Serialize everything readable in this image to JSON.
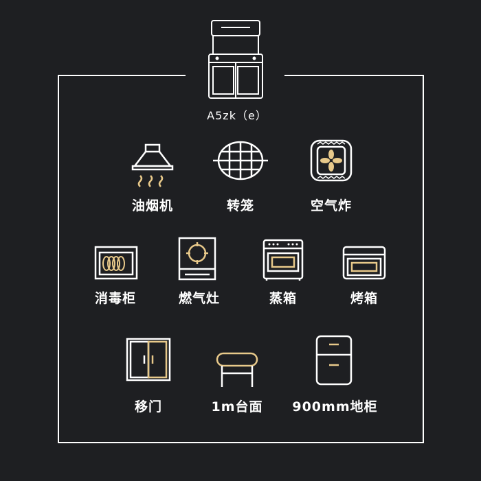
{
  "product": {
    "model": "A5zk（e）"
  },
  "features": [
    {
      "label": "油烟机",
      "icon": "range-hood-icon"
    },
    {
      "label": "转笼",
      "icon": "rotisserie-cage-icon"
    },
    {
      "label": "空气炸",
      "icon": "air-fryer-icon"
    },
    {
      "label": "消毒柜",
      "icon": "sterilizer-cabinet-icon"
    },
    {
      "label": "燃气灶",
      "icon": "gas-stove-icon"
    },
    {
      "label": "蒸箱",
      "icon": "steam-oven-icon"
    },
    {
      "label": "烤箱",
      "icon": "baking-oven-icon"
    },
    {
      "label": "移门",
      "icon": "sliding-door-icon"
    },
    {
      "label": "1m台面",
      "icon": "countertop-icon"
    },
    {
      "label": "900mm地柜",
      "icon": "floor-cabinet-icon"
    }
  ],
  "colors": {
    "background": "#1e1f22",
    "line": "#ffffff",
    "accent": "#e8c98a"
  }
}
